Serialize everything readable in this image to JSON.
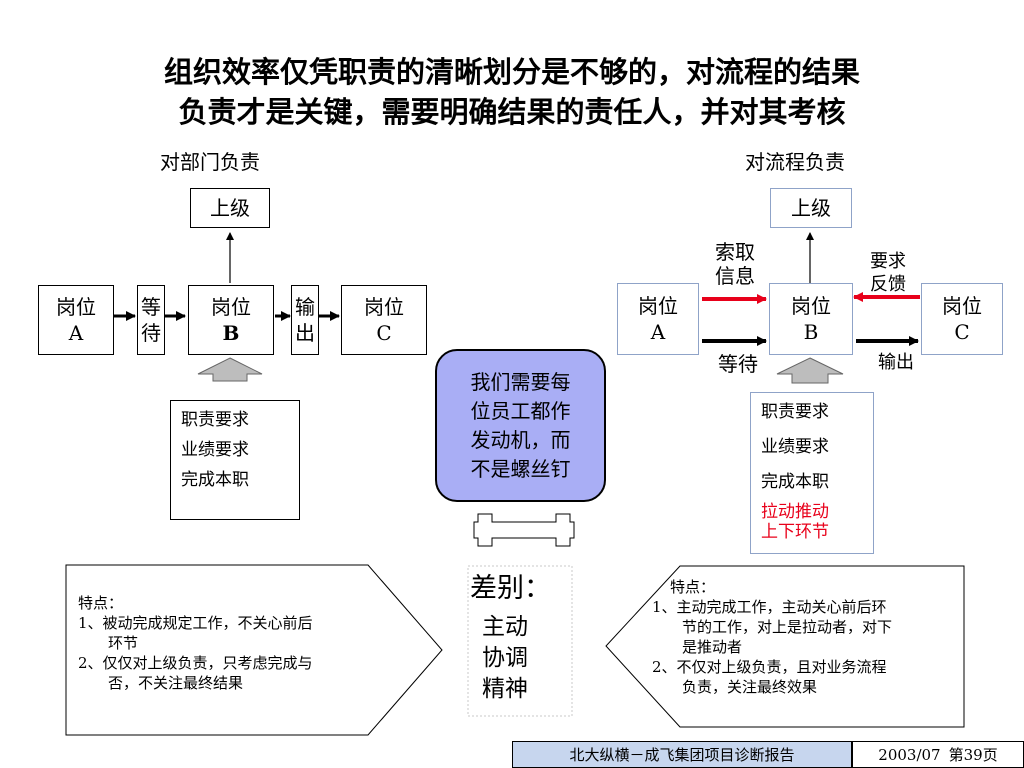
{
  "title": {
    "line1": "组织效率仅凭职责的清晰划分是不够的，对流程的结果",
    "line2": "负责才是关键，需要明确结果的责任人，并对其考核"
  },
  "left": {
    "heading": "对部门负责",
    "superior": "上级",
    "posA": [
      "岗位",
      "A"
    ],
    "wait": [
      "等",
      "待"
    ],
    "posB": [
      "岗位",
      "B"
    ],
    "output": [
      "输",
      "出"
    ],
    "posC": [
      "岗位",
      "C"
    ],
    "requirements": [
      "职责要求",
      "业绩要求",
      "完成本职"
    ],
    "features": {
      "heading": "特点：",
      "items": [
        {
          "line1": "1、被动完成规定工作，不关心前后",
          "line2": "环节"
        },
        {
          "line1": "2、仅仅对上级负责，只考虑完成与",
          "line2": "否，不关注最终结果"
        }
      ]
    }
  },
  "right": {
    "heading": "对流程负责",
    "superior": "上级",
    "posA": [
      "岗位",
      "A"
    ],
    "posB": [
      "岗位",
      "B"
    ],
    "posC": [
      "岗位",
      "C"
    ],
    "get_info": [
      "索取",
      "信息"
    ],
    "feedback": [
      "要求",
      "反馈"
    ],
    "wait": "等待",
    "output": "输出",
    "requirements": [
      "职责要求",
      "业绩要求",
      "完成本职"
    ],
    "requirements_red": [
      "拉动推动",
      "上下环节"
    ],
    "features": {
      "heading": "特点：",
      "items": [
        {
          "line1": "1、主动完成工作，主动关心前后环",
          "line2": "节的工作，对上是拉动者，对下",
          "line3": "是推动者"
        },
        {
          "line1": "2、不仅对上级负责，且对业务流程",
          "line2": "负责，关注最终效果"
        }
      ]
    }
  },
  "center": {
    "callout": [
      "我们需要每",
      "位员工都作",
      "发动机，而",
      "不是螺丝钉"
    ],
    "difference_label": "差别：",
    "difference_words": [
      "主动",
      "协调",
      "精神"
    ]
  },
  "footer": {
    "report": "北大纵横－成飞集团项目诊断报告",
    "date": "2003/07",
    "page": "第39页"
  },
  "colors": {
    "callout_fill": "#a9aef5",
    "red": "#e8001a",
    "footer_bg": "#c7d6ee",
    "gray_arrow": "#bdbdbd"
  }
}
